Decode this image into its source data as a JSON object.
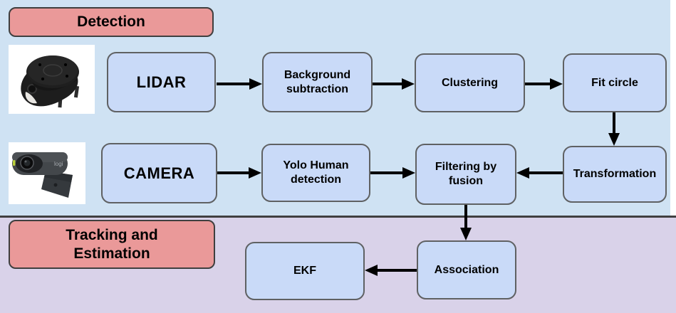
{
  "sections": {
    "detection": {
      "label": "Detection",
      "background": "#cfe2f3"
    },
    "tracking_estimation": {
      "label": "Tracking and Estimation",
      "background": "#d9d2e9"
    }
  },
  "nodes": {
    "lidar": {
      "label": "LIDAR"
    },
    "background_subtraction": {
      "label": "Background subtraction"
    },
    "clustering": {
      "label": "Clustering"
    },
    "fit_circle": {
      "label": "Fit circle"
    },
    "camera": {
      "label": "CAMERA"
    },
    "yolo_human_detection": {
      "label": "Yolo Human detection"
    },
    "filtering_by_fusion": {
      "label": "Filtering by fusion"
    },
    "transformation": {
      "label": "Transformation"
    },
    "association": {
      "label": "Association"
    },
    "ekf": {
      "label": "EKF"
    }
  },
  "edges": [
    {
      "from": "lidar",
      "to": "background_subtraction"
    },
    {
      "from": "background_subtraction",
      "to": "clustering"
    },
    {
      "from": "clustering",
      "to": "fit_circle"
    },
    {
      "from": "fit_circle",
      "to": "transformation"
    },
    {
      "from": "camera",
      "to": "yolo_human_detection"
    },
    {
      "from": "yolo_human_detection",
      "to": "filtering_by_fusion"
    },
    {
      "from": "transformation",
      "to": "filtering_by_fusion"
    },
    {
      "from": "filtering_by_fusion",
      "to": "association"
    },
    {
      "from": "association",
      "to": "ekf"
    }
  ],
  "images": {
    "lidar_photo": "rplidar-sensor-photo",
    "camera_photo": "logitech-webcam-photo",
    "camera_logo_text": "logi"
  },
  "colors": {
    "node_fill": "#c9daf8",
    "node_border": "#5f6163",
    "section_label_fill": "#ea9999",
    "detection_bg": "#cfe2f3",
    "tracking_bg": "#d9d2e9",
    "arrow": "#000000"
  }
}
